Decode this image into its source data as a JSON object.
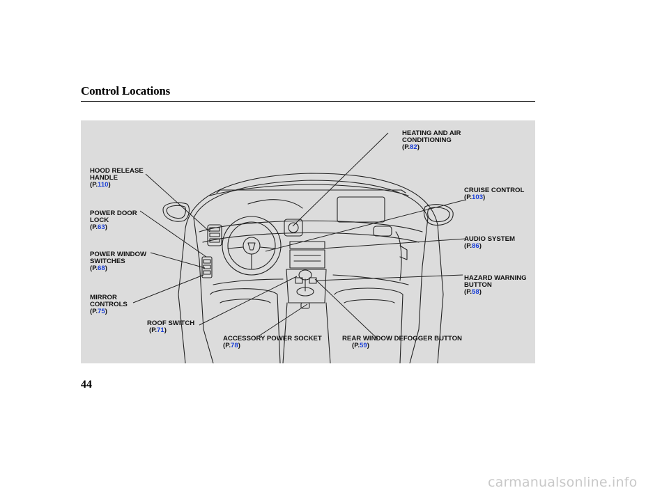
{
  "page": {
    "title": "Control Locations",
    "number": "44"
  },
  "ref_prefix": "(P.",
  "ref_suffix": ")",
  "callouts": {
    "heating": {
      "lines": [
        "HEATING AND AIR",
        "CONDITIONING"
      ],
      "page": "82"
    },
    "hood": {
      "lines": [
        "HOOD RELEASE",
        "HANDLE"
      ],
      "page": "110"
    },
    "cruise": {
      "lines": [
        "CRUISE CONTROL"
      ],
      "page": "103"
    },
    "door_lock": {
      "lines": [
        "POWER DOOR",
        "LOCK"
      ],
      "page": "63"
    },
    "audio": {
      "lines": [
        "AUDIO SYSTEM"
      ],
      "page": "86"
    },
    "window": {
      "lines": [
        "POWER WINDOW",
        "SWITCHES"
      ],
      "page": "68"
    },
    "hazard": {
      "lines": [
        "HAZARD WARNING",
        "BUTTON"
      ],
      "page": "58"
    },
    "mirror": {
      "lines": [
        "MIRROR",
        "CONTROLS"
      ],
      "page": "75"
    },
    "roof": {
      "lines": [
        "ROOF SWITCH"
      ],
      "page": "71"
    },
    "socket": {
      "lines": [
        "ACCESSORY POWER SOCKET"
      ],
      "page": "78"
    },
    "defogger": {
      "lines": [
        "REAR WINDOW DEFOGGER BUTTON"
      ],
      "page": "59"
    }
  },
  "watermark": "carmanualsonline.info",
  "colors": {
    "figure_bg": "#dcdcdc",
    "ref_number": "#1a3fd6",
    "text": "#111111"
  }
}
